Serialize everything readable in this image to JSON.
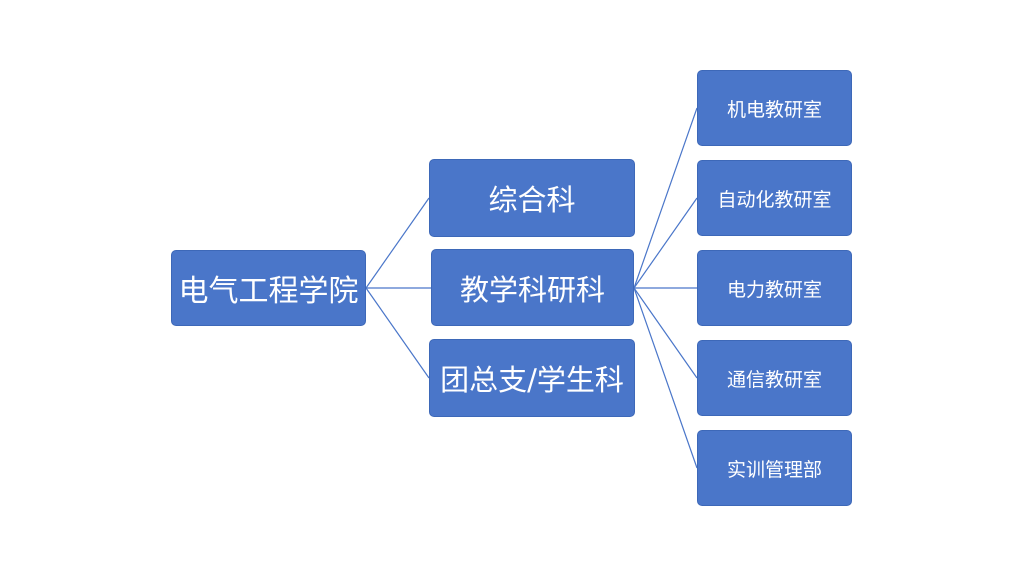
{
  "diagram": {
    "root": {
      "label": "电气工程学院"
    },
    "middle": [
      {
        "label": "综合科"
      },
      {
        "label": "教学科研科"
      },
      {
        "label": "团总支/学生科"
      }
    ],
    "right": [
      {
        "label": "机电教研室"
      },
      {
        "label": "自动化教研室"
      },
      {
        "label": "电力教研室"
      },
      {
        "label": "通信教研室"
      },
      {
        "label": "实训管理部"
      }
    ],
    "colors": {
      "node_fill": "#4a76c9",
      "node_border": "#3d68b8",
      "connector": "#4a76c9",
      "text": "#ffffff",
      "background": "#ffffff"
    }
  }
}
